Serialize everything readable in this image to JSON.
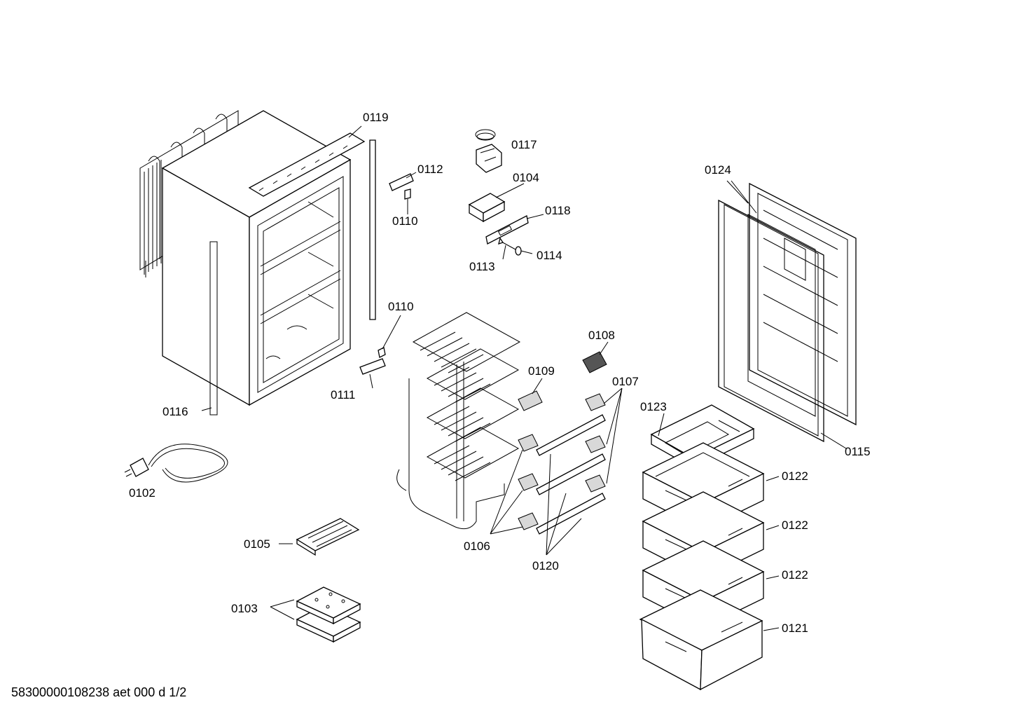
{
  "footer_code": "58300000108238 aet 000 d 1/2",
  "labels": {
    "p0119": "0119",
    "p0117": "0117",
    "p0112": "0112",
    "p0104": "0104",
    "p0110a": "0110",
    "p0118": "0118",
    "p0113": "0113",
    "p0114": "0114",
    "p0124": "0124",
    "p0110b": "0110",
    "p0108": "0108",
    "p0109": "0109",
    "p0107": "0107",
    "p0111": "0111",
    "p0116": "0116",
    "p0123": "0123",
    "p0115": "0115",
    "p0102": "0102",
    "p0122a": "0122",
    "p0122b": "0122",
    "p0122c": "0122",
    "p0105": "0105",
    "p0106": "0106",
    "p0120": "0120",
    "p0103": "0103",
    "p0121": "0121"
  }
}
